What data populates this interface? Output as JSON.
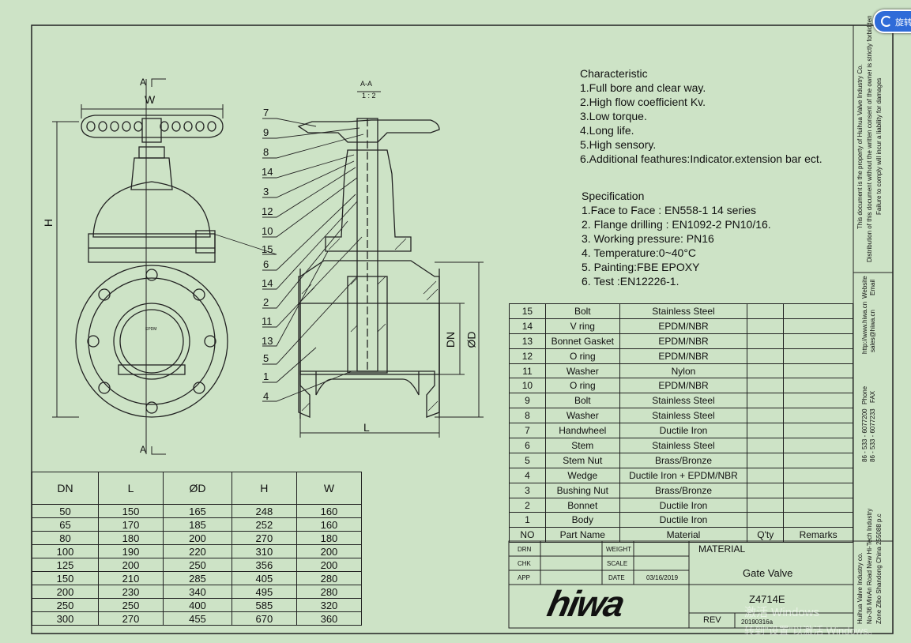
{
  "characteristic": {
    "title": "Characteristic",
    "items": [
      "1.Full bore and clear way.",
      "2.High flow coefficient Kv.",
      "3.Low torque.",
      "4.Long life.",
      "5.High sensory.",
      "6.Additional feathures:Indicator.extension bar ect."
    ]
  },
  "specification": {
    "title": "Specification",
    "items": [
      "1.Face to Face : EN558-1 14 series",
      "2. Flange drilling : EN1092-2 PN10/16.",
      "3. Working pressure: PN16",
      "4. Temperature:0~40°C",
      "5. Painting:FBE EPOXY",
      "6. Test :EN12226-1."
    ]
  },
  "drawing": {
    "section_label": "A-A",
    "scale": "1 : 2",
    "section_mark": "A",
    "dim_w": "W",
    "dim_h": "H",
    "dim_l": "L",
    "dim_dn": "DN",
    "dim_od": "ØD",
    "epdm_mark": "EPDM",
    "callouts": [
      "7",
      "9",
      "8",
      "14",
      "3",
      "12",
      "10",
      "15",
      "6",
      "14",
      "2",
      "11",
      "13",
      "5",
      "1",
      "4"
    ]
  },
  "dimensions_table": {
    "headers": [
      "DN",
      "L",
      "ØD",
      "H",
      "W"
    ],
    "rows": [
      [
        "50",
        "150",
        "165",
        "248",
        "160"
      ],
      [
        "65",
        "170",
        "185",
        "252",
        "160"
      ],
      [
        "80",
        "180",
        "200",
        "270",
        "180"
      ],
      [
        "100",
        "190",
        "220",
        "310",
        "200"
      ],
      [
        "125",
        "200",
        "250",
        "356",
        "200"
      ],
      [
        "150",
        "210",
        "285",
        "405",
        "280"
      ],
      [
        "200",
        "230",
        "340",
        "495",
        "280"
      ],
      [
        "250",
        "250",
        "400",
        "585",
        "320"
      ],
      [
        "300",
        "270",
        "455",
        "670",
        "360"
      ]
    ]
  },
  "parts_table": {
    "rows": [
      [
        "15",
        "Bolt",
        "Stainless Steel"
      ],
      [
        "14",
        "V ring",
        "EPDM/NBR"
      ],
      [
        "13",
        "Bonnet Gasket",
        "EPDM/NBR"
      ],
      [
        "12",
        "O ring",
        "EPDM/NBR"
      ],
      [
        "11",
        "Washer",
        "Nylon"
      ],
      [
        "10",
        "O ring",
        "EPDM/NBR"
      ],
      [
        "9",
        "Bolt",
        "Stainless Steel"
      ],
      [
        "8",
        "Washer",
        "Stainless Steel"
      ],
      [
        "7",
        "Handwheel",
        "Ductile Iron"
      ],
      [
        "6",
        "Stem",
        "Stainless Steel"
      ],
      [
        "5",
        "Stem Nut",
        "Brass/Bronze"
      ],
      [
        "4",
        "Wedge",
        "Ductile Iron + EPDM/NBR"
      ],
      [
        "3",
        "Bushing Nut",
        "Brass/Bronze"
      ],
      [
        "2",
        "Bonnet",
        "Ductile Iron"
      ],
      [
        "1",
        "Body",
        "Ductile Iron"
      ]
    ],
    "headers": [
      "NO",
      "Part Name",
      "Material",
      "Q'ty",
      "Remarks"
    ]
  },
  "title_block": {
    "drn": "DRN",
    "chk": "CHK",
    "app": "APP",
    "weight": "WEIGHT",
    "scale": "SCALE",
    "date": "DATE",
    "date_value": "03/16/2019",
    "material": "MATERIAL",
    "product": "Gate Valve",
    "model": "Z4714E",
    "rev": "REV",
    "rev_value": "20190316a",
    "logo": "hiwa"
  },
  "side_notes": {
    "property_1": "This document is the property of Huihua Valve Industry Co.",
    "property_2": "Distribution of this document without the written consent of the owner is strictly forbidden",
    "property_3": "Failure to comply will incur a liability for damages",
    "website_label": "Website",
    "website": "http://www.hiwa.cn",
    "email_label": "Email",
    "email": "sales@hiwa.cn",
    "phone_label": "Phone",
    "phone": "86 - 533 - 6077200",
    "fax_label": "FAX",
    "fax": "86 - 533 - 6077233",
    "company": "Huihua Valve Industry co.",
    "address_1": "No-36 MinAn Road New Hi-Tech Industry",
    "address_2": "Zone Zibo Shandong China  255088 p.c"
  },
  "overlay": {
    "rotate_button": "旋转",
    "watermark_1": "激活 Windows",
    "watermark_2": "转到\"设置\"以激活 Windows。"
  },
  "colors": {
    "background": "#cde3c6",
    "ink": "#111111",
    "button": "#2f6bd8"
  }
}
